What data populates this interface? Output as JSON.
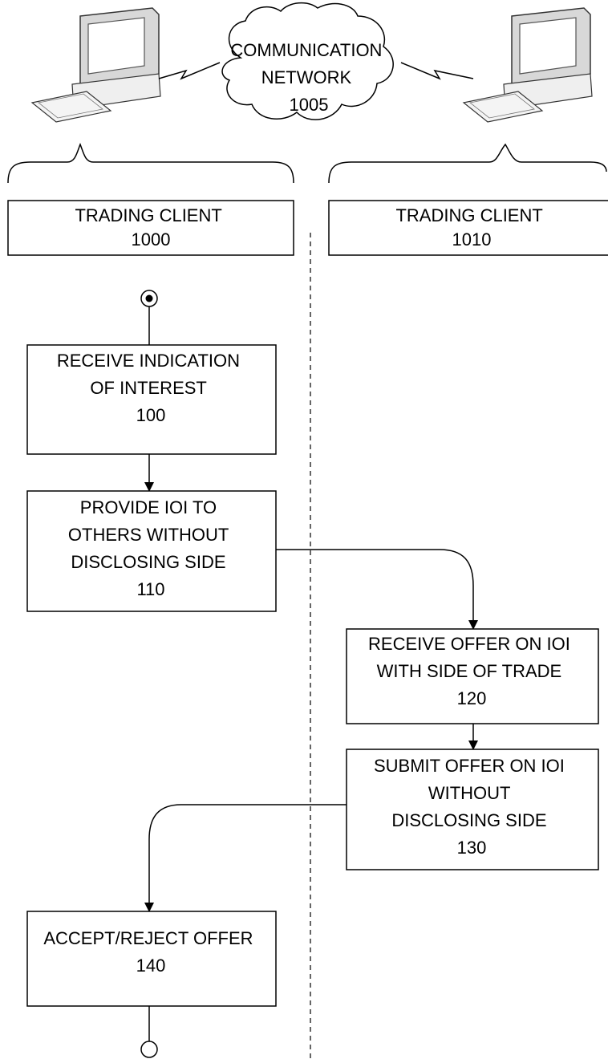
{
  "network": {
    "lines": [
      "COMMUNICATION",
      "NETWORK",
      "1005"
    ]
  },
  "lanes": [
    {
      "lines": [
        "TRADING CLIENT",
        "1000"
      ]
    },
    {
      "lines": [
        "TRADING CLIENT",
        "1010"
      ]
    }
  ],
  "steps": [
    {
      "lines": [
        "RECEIVE INDICATION",
        "OF INTEREST",
        "100"
      ]
    },
    {
      "lines": [
        "PROVIDE IOI TO",
        "OTHERS WITHOUT",
        "DISCLOSING SIDE",
        "110"
      ]
    },
    {
      "lines": [
        "RECEIVE OFFER ON IOI",
        "WITH SIDE OF TRADE",
        "120"
      ]
    },
    {
      "lines": [
        "SUBMIT OFFER ON IOI",
        "WITHOUT",
        "DISCLOSING SIDE",
        "130"
      ]
    },
    {
      "lines": [
        "ACCEPT/REJECT OFFER",
        "140"
      ]
    }
  ],
  "icons": {
    "computer": "desktop-computer-icon",
    "network": "cloud-icon"
  }
}
